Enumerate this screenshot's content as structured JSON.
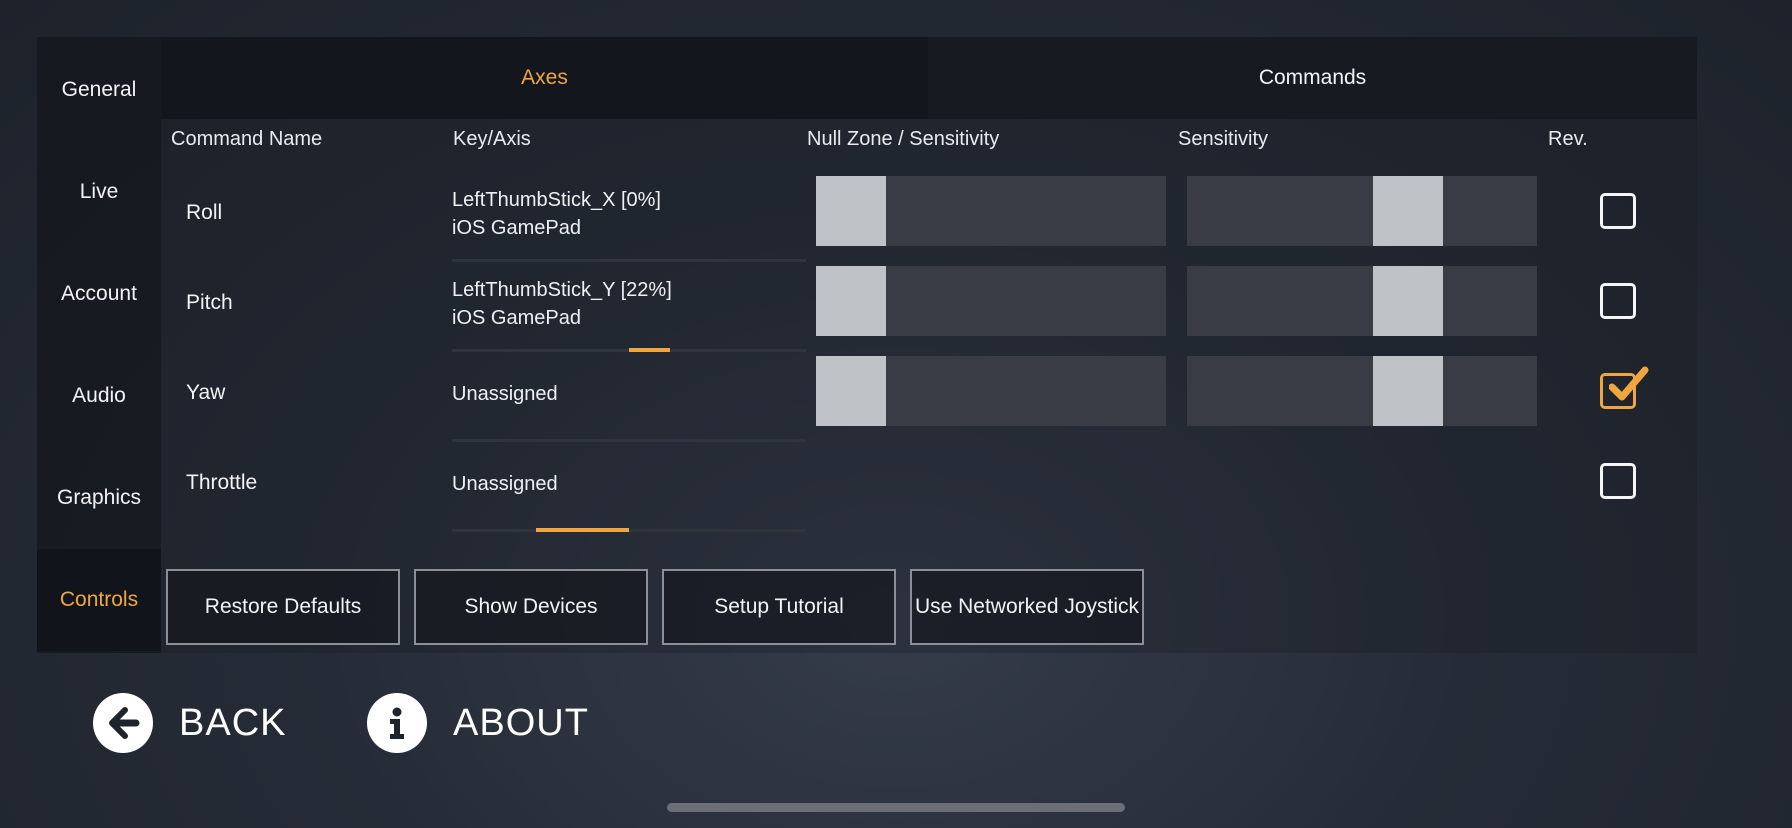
{
  "sidebar": {
    "items": [
      {
        "label": "General",
        "active": false
      },
      {
        "label": "Live",
        "active": false
      },
      {
        "label": "Account",
        "active": false
      },
      {
        "label": "Audio",
        "active": false
      },
      {
        "label": "Graphics",
        "active": false
      },
      {
        "label": "Controls",
        "active": true
      }
    ]
  },
  "tabs": [
    {
      "label": "Axes",
      "active": true
    },
    {
      "label": "Commands",
      "active": false
    }
  ],
  "columns": {
    "command_name": "Command Name",
    "key_axis": "Key/Axis",
    "null_zone": "Null Zone / Sensitivity",
    "sensitivity": "Sensitivity",
    "reverse": "Rev."
  },
  "rows": [
    {
      "name": "Roll",
      "key_line1": "LeftThumbStick_X [0%]",
      "key_line2": "iOS GamePad",
      "null_zone_level": 0.0,
      "sensitivity_level": 0.6,
      "reversed": false
    },
    {
      "name": "Pitch",
      "key_line1": "LeftThumbStick_Y [22%]",
      "key_line2": "iOS GamePad",
      "null_zone_level": 0.0,
      "sensitivity_level": 0.6,
      "reversed": false
    },
    {
      "name": "Yaw",
      "key_line1": "Unassigned",
      "key_line2": "",
      "null_zone_level": 0.0,
      "sensitivity_level": 0.6,
      "reversed": true
    },
    {
      "name": "Throttle",
      "key_line1": "Unassigned",
      "key_line2": "",
      "reversed": false
    }
  ],
  "buttons": {
    "restore_defaults": "Restore Defaults",
    "show_devices": "Show Devices",
    "setup_tutorial": "Setup Tutorial",
    "use_networked_joystick": "Use Networked Joystick"
  },
  "nav": {
    "back_label": "BACK",
    "back_icon": "arrow-left-icon",
    "about_label": "ABOUT",
    "about_icon": "info-icon"
  },
  "colors": {
    "accent": "#f0a640",
    "thumb": "#bfc2c7",
    "track": "#393c44"
  }
}
